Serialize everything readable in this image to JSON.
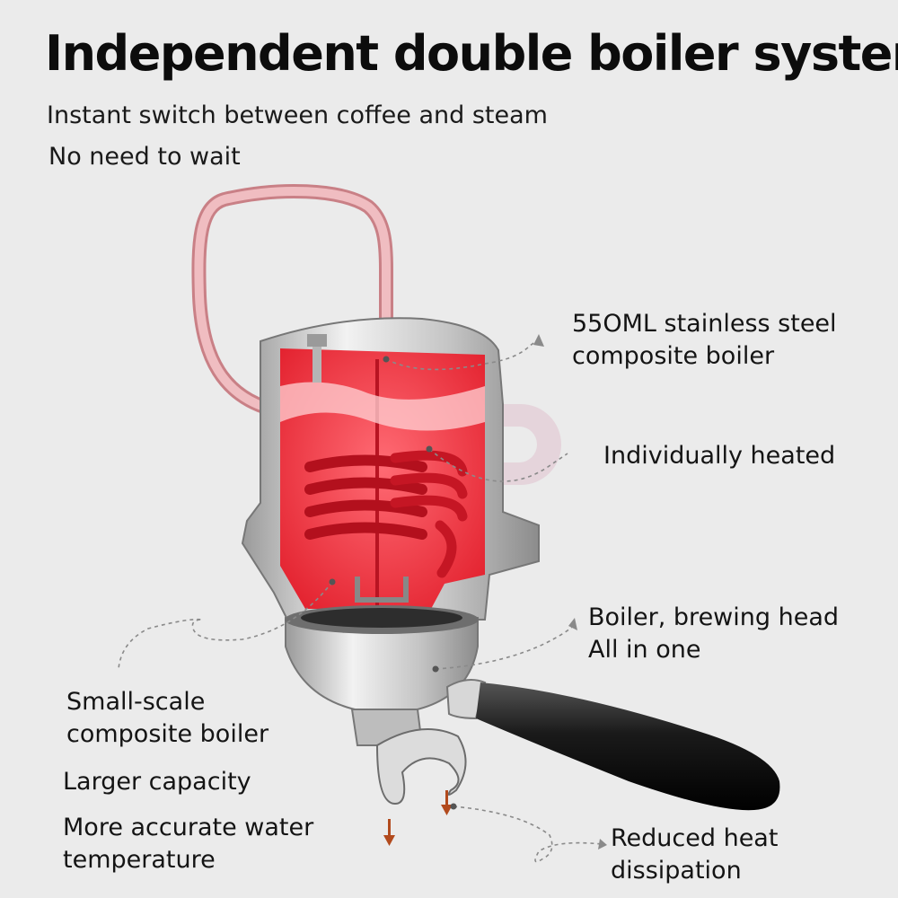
{
  "header": {
    "title": "Independent double boiler system",
    "subtitle_line1": "Instant switch between coffee and steam",
    "subtitle_line2": "No need to wait"
  },
  "callouts": {
    "boiler_spec": {
      "line1": "55OML stainless steel",
      "line2": "composite boiler"
    },
    "heating": {
      "line1": "Individually heated"
    },
    "brew_head": {
      "line1": "Boiler, brewing head",
      "line2": "All in one"
    },
    "small_boiler": {
      "line1": "Small-scale",
      "line2": "composite boiler"
    },
    "capacity": {
      "line1": "Larger capacity"
    },
    "accuracy": {
      "line1": "More accurate water",
      "line2": "temperature"
    },
    "heat_loss": {
      "line1": "Reduced heat",
      "line2": "dissipation"
    }
  },
  "colors": {
    "background": "#ebebeb",
    "boiler_red": "#ee2a36",
    "steam_pipe": "#e9a3a8",
    "metal": "#c9c9c9",
    "handle": "#1e1e1e",
    "arrow": "#b24a1d"
  }
}
